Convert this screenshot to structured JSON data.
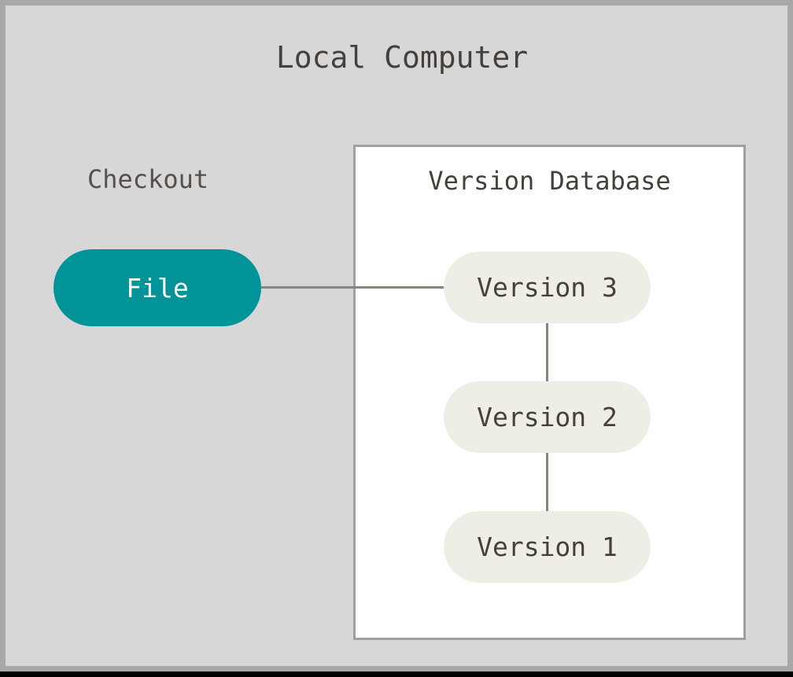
{
  "diagram": {
    "title": "Local Computer",
    "type": "version-control-concept-diagram",
    "background_color": "#d7d7d7",
    "frame_border_color": "#a8a8a8",
    "text_color": "#45403c"
  },
  "checkout": {
    "label": "Checkout",
    "node": {
      "label": "File",
      "fill_color": "#009499",
      "text_color": "#ffffff",
      "shape": "pill"
    }
  },
  "version_database": {
    "title": "Version Database",
    "box_fill_color": "#ffffff",
    "box_border_color": "#a0a0a0",
    "node_fill_color": "#eeeee6",
    "node_text_color": "#45403c",
    "versions": [
      {
        "label": "Version 3"
      },
      {
        "label": "Version 2"
      },
      {
        "label": "Version 1"
      }
    ]
  },
  "edges": {
    "color": "#8a847c",
    "connections": [
      {
        "from": "File",
        "to": "Version 3",
        "orientation": "horizontal"
      },
      {
        "from": "Version 3",
        "to": "Version 2",
        "orientation": "vertical"
      },
      {
        "from": "Version 2",
        "to": "Version 1",
        "orientation": "vertical"
      }
    ]
  }
}
